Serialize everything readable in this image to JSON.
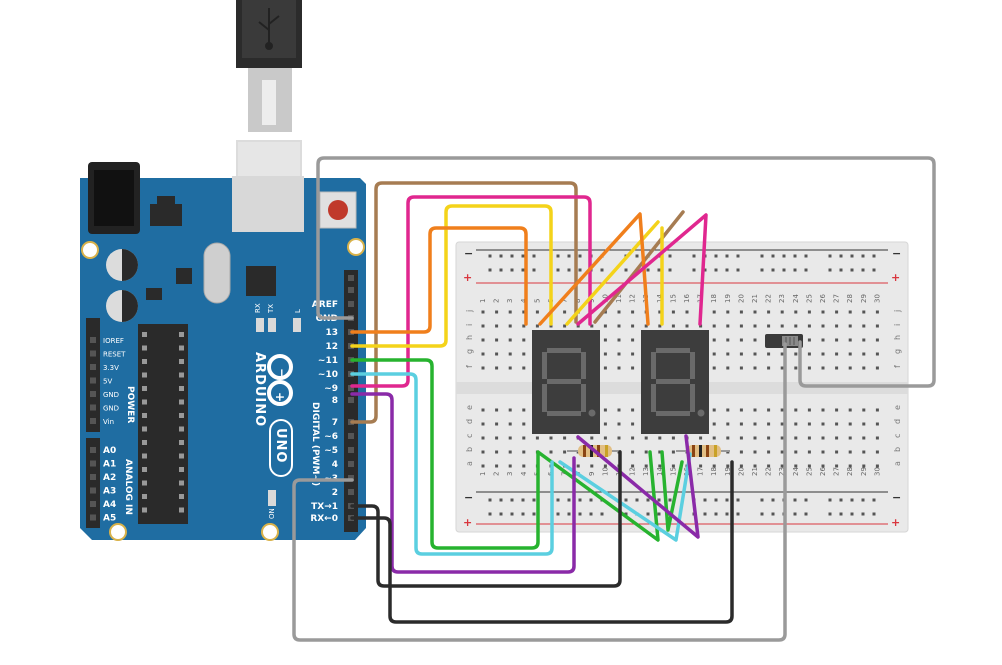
{
  "arduino": {
    "brand": "ARDUINO",
    "model": "UNO",
    "digital_label": "DIGITAL (PWM~)",
    "power_label": "POWER",
    "analog_label": "ANALOG IN",
    "on_label": "ON",
    "l_label": "L",
    "tx_label": "TX",
    "rx_label": "RX",
    "header_labels": [
      "AREF",
      "GND",
      "13",
      "12",
      "~11",
      "~10",
      "~9",
      "8",
      "7",
      "~6",
      "~5",
      "4",
      "~3",
      "2",
      "TX→1",
      "RX←0"
    ],
    "power_pins": [
      "IOREF",
      "RESET",
      "3.3V",
      "5V",
      "GND",
      "GND",
      "Vin"
    ],
    "analog_pins": [
      "A0",
      "A1",
      "A2",
      "A3",
      "A4",
      "A5"
    ]
  },
  "breadboard": {
    "columns": [
      "1",
      "2",
      "3",
      "4",
      "5",
      "6",
      "7",
      "8",
      "9",
      "10",
      "11",
      "12",
      "13",
      "14",
      "15",
      "16",
      "17",
      "18",
      "19",
      "20",
      "21",
      "22",
      "23",
      "24",
      "25",
      "26",
      "27",
      "28",
      "29",
      "30"
    ],
    "top_rows": [
      "j",
      "i",
      "h",
      "g",
      "f"
    ],
    "bottom_rows": [
      "e",
      "d",
      "c",
      "b",
      "a"
    ],
    "rail_plus": "+",
    "rail_minus": "−"
  },
  "colors": {
    "board": "#1f6da2",
    "board_dark": "#155684",
    "breadboard": "#e9e9e9",
    "rail_red": "#d9363e",
    "wire_brown": "#a67c52",
    "wire_magenta": "#e0278f",
    "wire_yellow": "#f4d31a",
    "wire_orange": "#f07f1c",
    "wire_green": "#27b32f",
    "wire_cyan": "#5bcfe0",
    "wire_purple": "#8a2aa8",
    "wire_black": "#2b2b2b",
    "wire_gray": "#9a9a9a"
  },
  "icons": [
    "usb-icon",
    "infinity-logo-icon",
    "reset-button-icon",
    "slide-switch-icon"
  ]
}
